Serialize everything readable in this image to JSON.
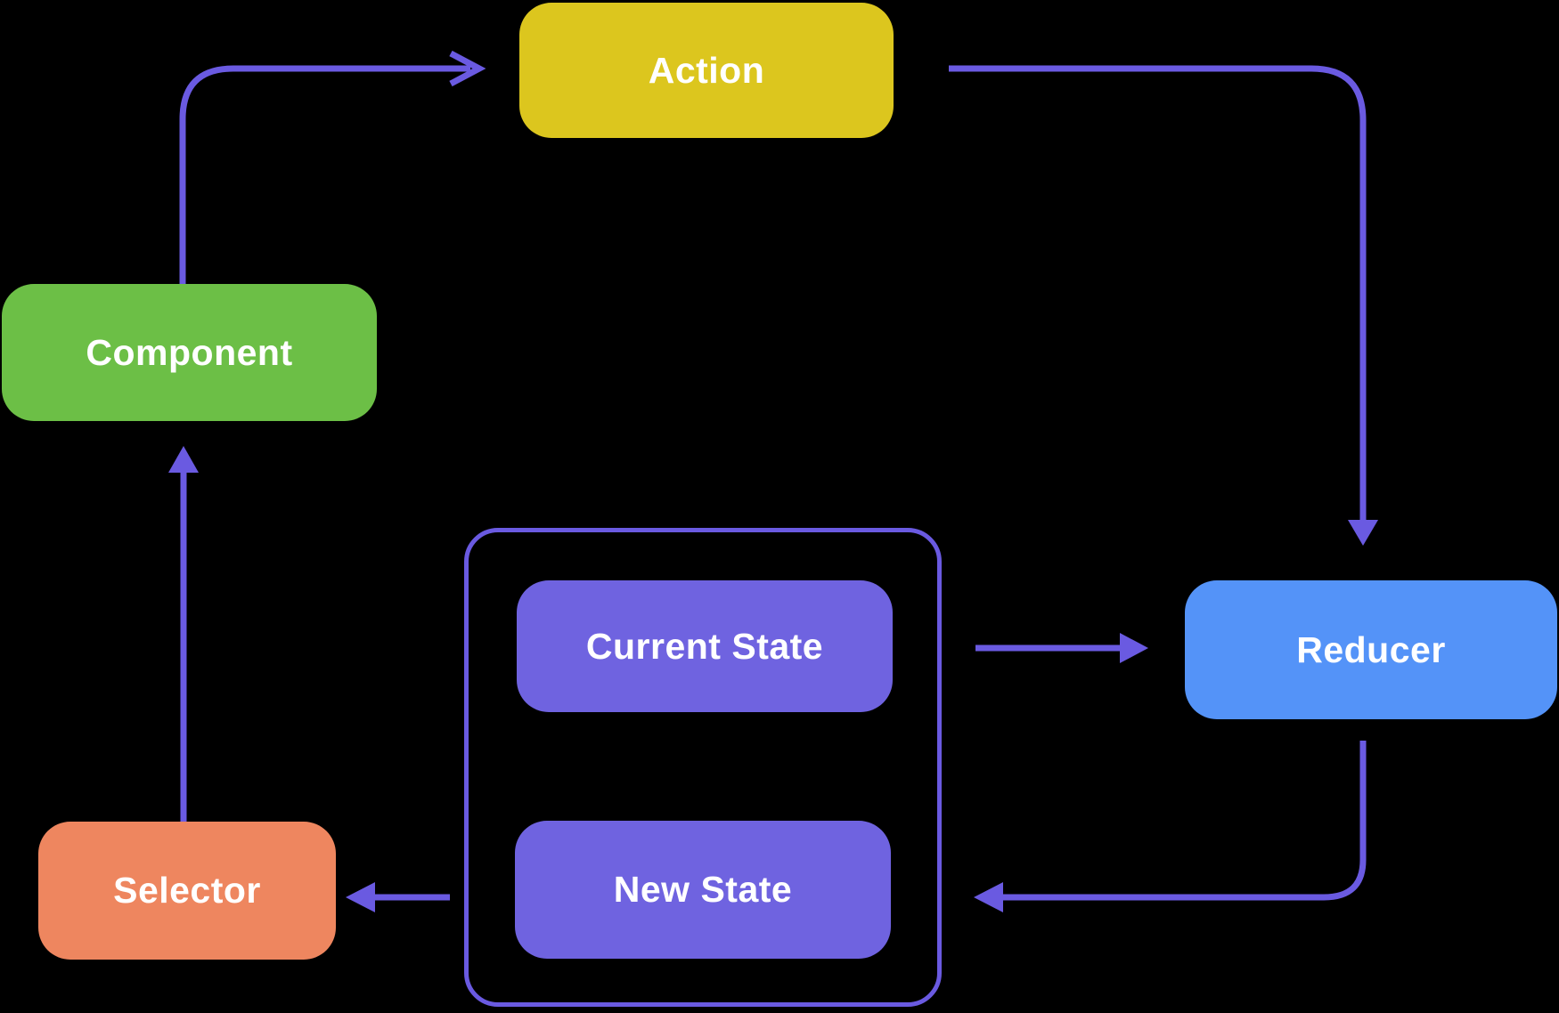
{
  "diagram": {
    "title_hint": "state management data flow",
    "nodes": {
      "action": {
        "label": "Action",
        "color": "#dcc61e"
      },
      "component": {
        "label": "Component",
        "color": "#6cbf46"
      },
      "selector": {
        "label": "Selector",
        "color": "#ee865f"
      },
      "current_state": {
        "label": "Current State",
        "color": "#6f63e0"
      },
      "new_state": {
        "label": "New State",
        "color": "#6f63e0"
      },
      "reducer": {
        "label": "Reducer",
        "color": "#5493f8"
      }
    },
    "store": {
      "border_color": "#6a5ae1"
    },
    "colors": {
      "background": "#000000",
      "arrow": "#6a5ae1",
      "label_text": "#ffffff"
    },
    "edges": [
      {
        "from": "Component",
        "to": "Action",
        "head": "chevron"
      },
      {
        "from": "Action",
        "to": "Reducer",
        "head": "triangle"
      },
      {
        "from": "Current State",
        "to": "Reducer",
        "head": "triangle"
      },
      {
        "from": "Reducer",
        "to": "New State",
        "head": "triangle"
      },
      {
        "from": "New State",
        "to": "Selector",
        "head": "triangle"
      },
      {
        "from": "Selector",
        "to": "Component",
        "head": "triangle"
      }
    ]
  }
}
